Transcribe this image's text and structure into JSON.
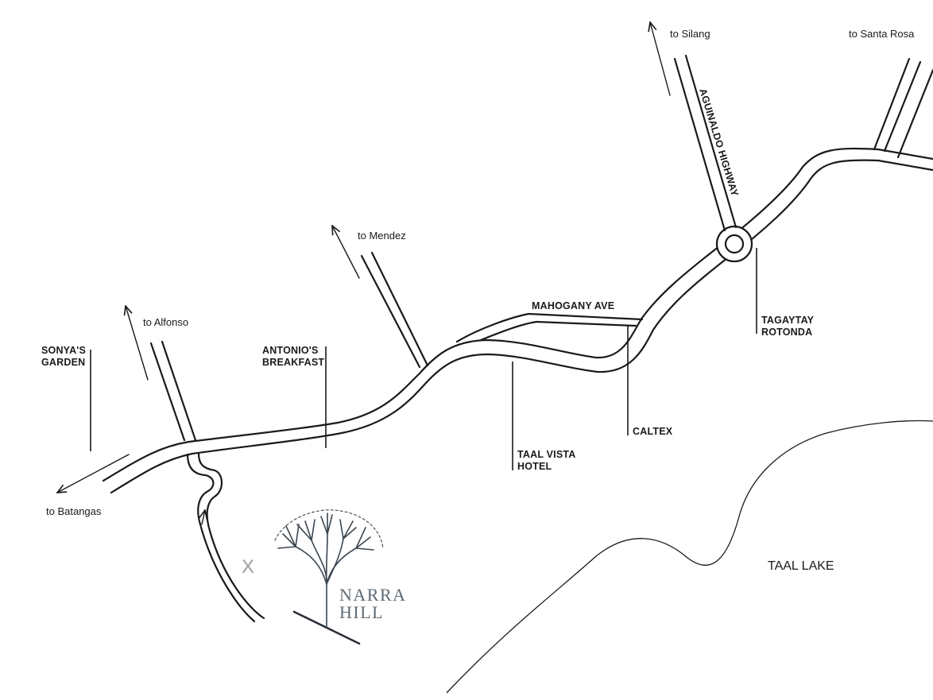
{
  "directions": {
    "silang": "to Silang",
    "santa_rosa": "to Santa Rosa",
    "mendez": "to Mendez",
    "alfonso": "to Alfonso",
    "batangas": "to Batangas"
  },
  "roads": {
    "aguinaldo": "AGUINALDO HIGHWAY",
    "mahogany": "MAHOGANY AVE"
  },
  "landmarks": {
    "sonyas_garden": [
      "SONYA'S",
      "GARDEN"
    ],
    "antonios_breakfast": [
      "ANTONIO'S",
      "BREAKFAST"
    ],
    "taal_vista": [
      "TAAL VISTA",
      "HOTEL"
    ],
    "caltex": "CALTEX",
    "rotonda": [
      "TAGAYTAY",
      "ROTONDA"
    ]
  },
  "lake": "TAAL LAKE",
  "destination": {
    "marker": "X",
    "name_line1": "NARRA",
    "name_line2": "HILL"
  }
}
